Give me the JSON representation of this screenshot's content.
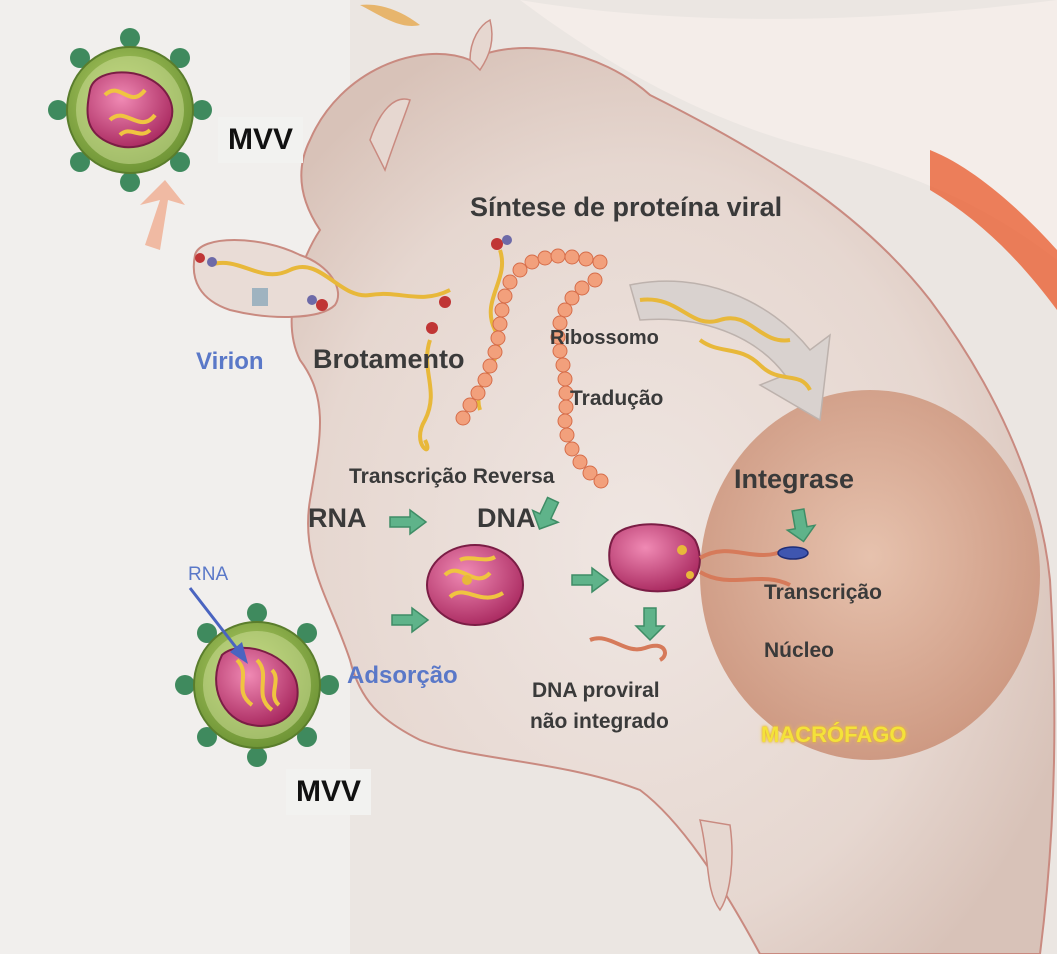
{
  "labels": {
    "mvv_top": "MVV",
    "mvv_bottom": "MVV",
    "sintese": "Síntese de proteína viral",
    "virion": "Virion",
    "brotamento": "Brotamento",
    "ribossomo": "Ribossomo",
    "traducao": "Tradução",
    "transcricao_reversa": "Transcrição Reversa",
    "rna_main": "RNA",
    "dna_main": "DNA",
    "integrase": "Integrase",
    "transcricao": "Transcrição",
    "nucleo": "Núcleo",
    "rna_small": "RNA",
    "adsorcao": "Adsorção",
    "dna_proviral_1": "DNA proviral",
    "dna_proviral_2": "não integrado",
    "macrofago": "MACRÓFAGO"
  },
  "colors": {
    "virus_envelope": "#8fb34a",
    "virus_spike": "#3f8a5e",
    "capsid": "#c0306a",
    "rna_strand": "#e8b83a",
    "cell": "#e9dcd6",
    "nucleus": "#d9a88f",
    "arrow_green": "#5fb38a",
    "label_blue": "#5a78c8",
    "label_yellow": "#f4e23a"
  }
}
